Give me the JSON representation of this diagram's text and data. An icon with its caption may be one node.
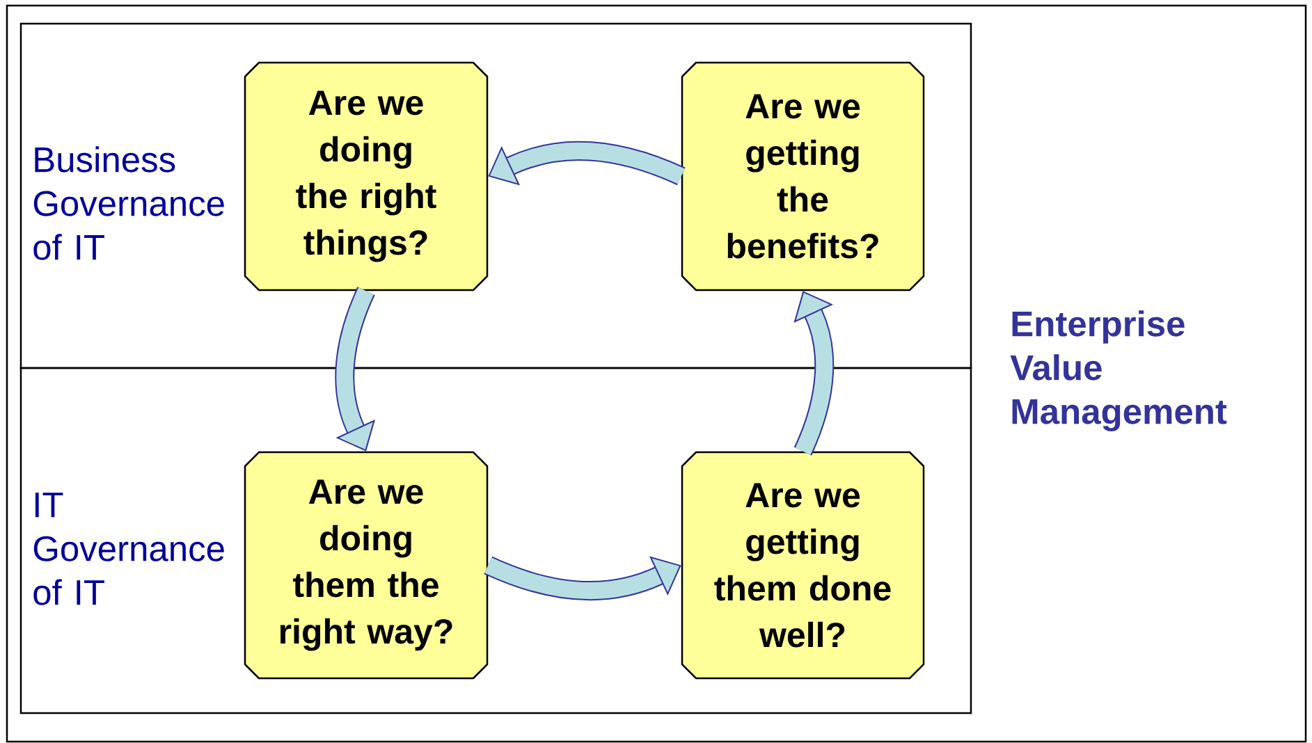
{
  "diagram": {
    "nodes": [
      {
        "text": [
          "Enterprise Value Management"
        ]
      },
      {
        "text": [
          "Business Governance of IT"
        ],
        "in": 0
      },
      {
        "text": [
          "Are we doing the right things?"
        ],
        "in": 1
      },
      {
        "text": [
          "Are we getting the benefits?"
        ],
        "in": 1
      },
      {
        "text": [
          "IT Governance of IT"
        ],
        "in": 0
      },
      {
        "text": [
          "Are we doing them the right way?"
        ],
        "in": 4
      },
      {
        "text": [
          "Are we getting them done well?"
        ],
        "in": 4
      }
    ],
    "edges": [
      {
        "from": 3,
        "to": 2,
        "arrow": "to"
      },
      {
        "from": 2,
        "to": 5,
        "arrow": "to"
      },
      {
        "from": 5,
        "to": 6,
        "arrow": "to"
      },
      {
        "from": 6,
        "to": 3,
        "arrow": "to"
      }
    ]
  }
}
